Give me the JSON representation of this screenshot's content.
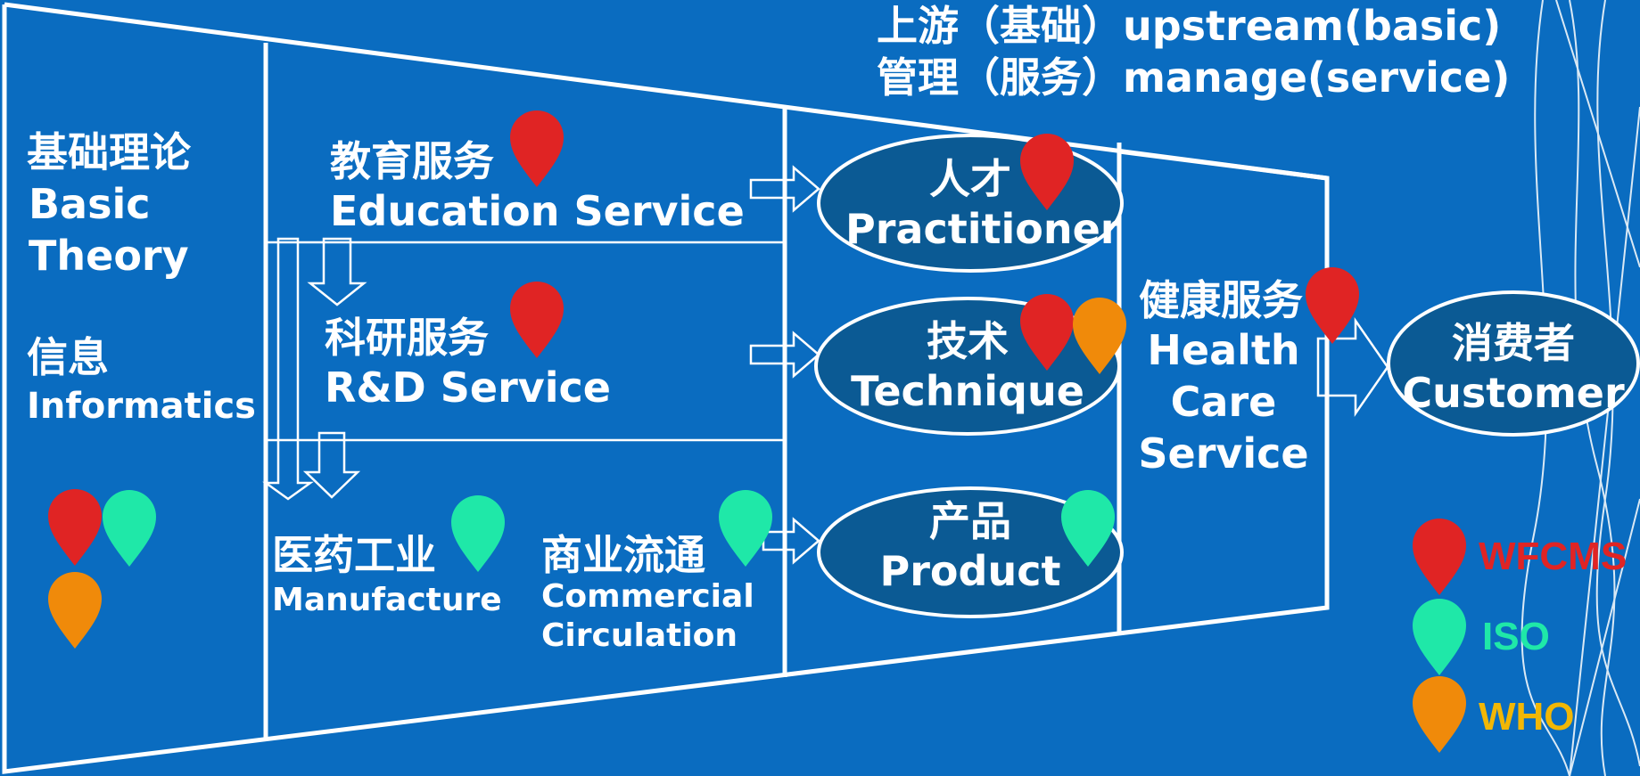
{
  "header": {
    "line1": "上游（基础）upstream(basic)",
    "line2": "管理（服务）manage(service)"
  },
  "left": {
    "basic_cn": "基础理论",
    "basic_en1": "Basic",
    "basic_en2": "Theory",
    "info_cn": "信息",
    "info_en": "Informatics"
  },
  "middle": {
    "edu_cn": "教育服务",
    "edu_en": "Education Service",
    "rd_cn": "科研服务",
    "rd_en": "R&D Service",
    "mfg_cn": "医药工业",
    "mfg_en": "Manufacture",
    "com_cn": "商业流通",
    "com_en1": "Commercial",
    "com_en2": "Circulation"
  },
  "ovals": {
    "practitioner_cn": "人才",
    "practitioner_en": "Practitioner",
    "technique_cn": "技术",
    "technique_en": "Technique",
    "product_cn": "产品",
    "product_en": "Product"
  },
  "health": {
    "cn": "健康服务",
    "en1": "Health",
    "en2": "Care",
    "en3": "Service"
  },
  "customer": {
    "cn": "消费者",
    "en": "Customer"
  },
  "legend": {
    "wfcms": "WFCMS",
    "iso": "ISO",
    "who": "WHO"
  },
  "colors": {
    "background": "#0a6cc0",
    "oval_fill": "#0b5a94",
    "wfcms": "#e02424",
    "iso": "#1fe8a8",
    "who": "#f08a0a",
    "legend_who_text": "#f2b705"
  }
}
